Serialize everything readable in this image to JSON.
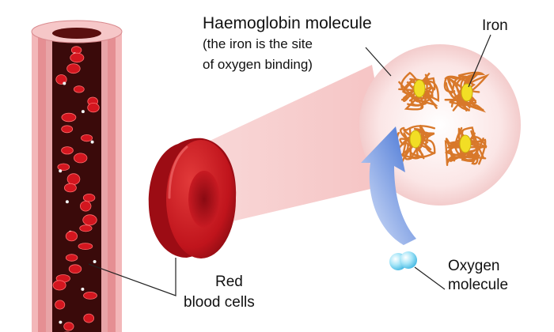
{
  "labels": {
    "haemoglobin_title": "Haemoglobin molecule",
    "haemoglobin_note_line1": "(the iron is the site",
    "haemoglobin_note_line2": "of oxygen binding)",
    "iron": "Iron",
    "oxygen_line1": "Oxygen",
    "oxygen_line2": "molecule",
    "rbc_line1": "Red",
    "rbc_line2": "blood cells"
  },
  "colors": {
    "blood_red": "#c0141c",
    "vessel_wall": "#e9a3a6",
    "vessel_lumen": "#3a0a0a",
    "protein_chain": "#d8782a",
    "iron_heme": "#f2de25",
    "oxygen": "#7fd6f2",
    "arrow": "#4f7ad6",
    "zoom_cone": "#f5c3c4"
  },
  "icons": {
    "vessel": "blood-vessel-icon",
    "cell": "red-blood-cell-icon",
    "molecule": "haemoglobin-molecule-icon",
    "oxygen": "oxygen-molecule-icon"
  }
}
